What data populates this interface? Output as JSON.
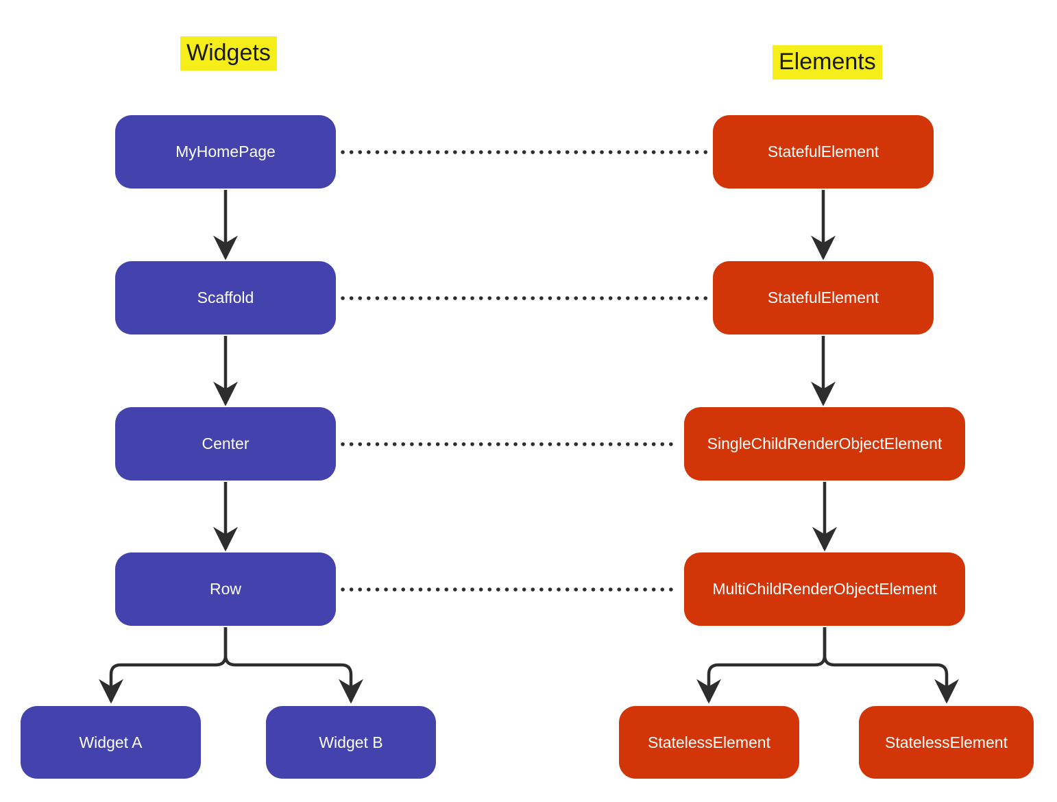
{
  "diagram": {
    "widgets": {
      "title": "Widgets",
      "nodes": [
        {
          "label": "MyHomePage"
        },
        {
          "label": "Scaffold"
        },
        {
          "label": "Center"
        },
        {
          "label": "Row"
        },
        {
          "label": "Widget A"
        },
        {
          "label": "Widget B"
        }
      ],
      "edges": [
        [
          "MyHomePage",
          "Scaffold"
        ],
        [
          "Scaffold",
          "Center"
        ],
        [
          "Center",
          "Row"
        ],
        [
          "Row",
          "Widget A"
        ],
        [
          "Row",
          "Widget B"
        ]
      ]
    },
    "elements": {
      "title": "Elements",
      "nodes": [
        {
          "label": "StatefulElement"
        },
        {
          "label": "StatefulElement"
        },
        {
          "label": "SingleChildRenderObjectElement"
        },
        {
          "label": "MultiChildRenderObjectElement"
        },
        {
          "label": "StatelessElement"
        },
        {
          "label": "StatelessElement"
        }
      ],
      "edges": [
        [
          "StatefulElement",
          "StatefulElement"
        ],
        [
          "StatefulElement",
          "SingleChildRenderObjectElement"
        ],
        [
          "SingleChildRenderObjectElement",
          "MultiChildRenderObjectElement"
        ],
        [
          "MultiChildRenderObjectElement",
          "StatelessElement"
        ],
        [
          "MultiChildRenderObjectElement",
          "StatelessElement"
        ]
      ]
    },
    "correspondences": [
      [
        "MyHomePage",
        "StatefulElement"
      ],
      [
        "Scaffold",
        "StatefulElement"
      ],
      [
        "Center",
        "SingleChildRenderObjectElement"
      ],
      [
        "Row",
        "MultiChildRenderObjectElement"
      ]
    ],
    "colors": {
      "widget_box": "#4443ad",
      "element_box": "#d23508",
      "title_highlight": "#f6ee1b",
      "connector": "#2d2d2d",
      "box_text": "#ffffff",
      "title_text": "#1a1a1a"
    }
  }
}
